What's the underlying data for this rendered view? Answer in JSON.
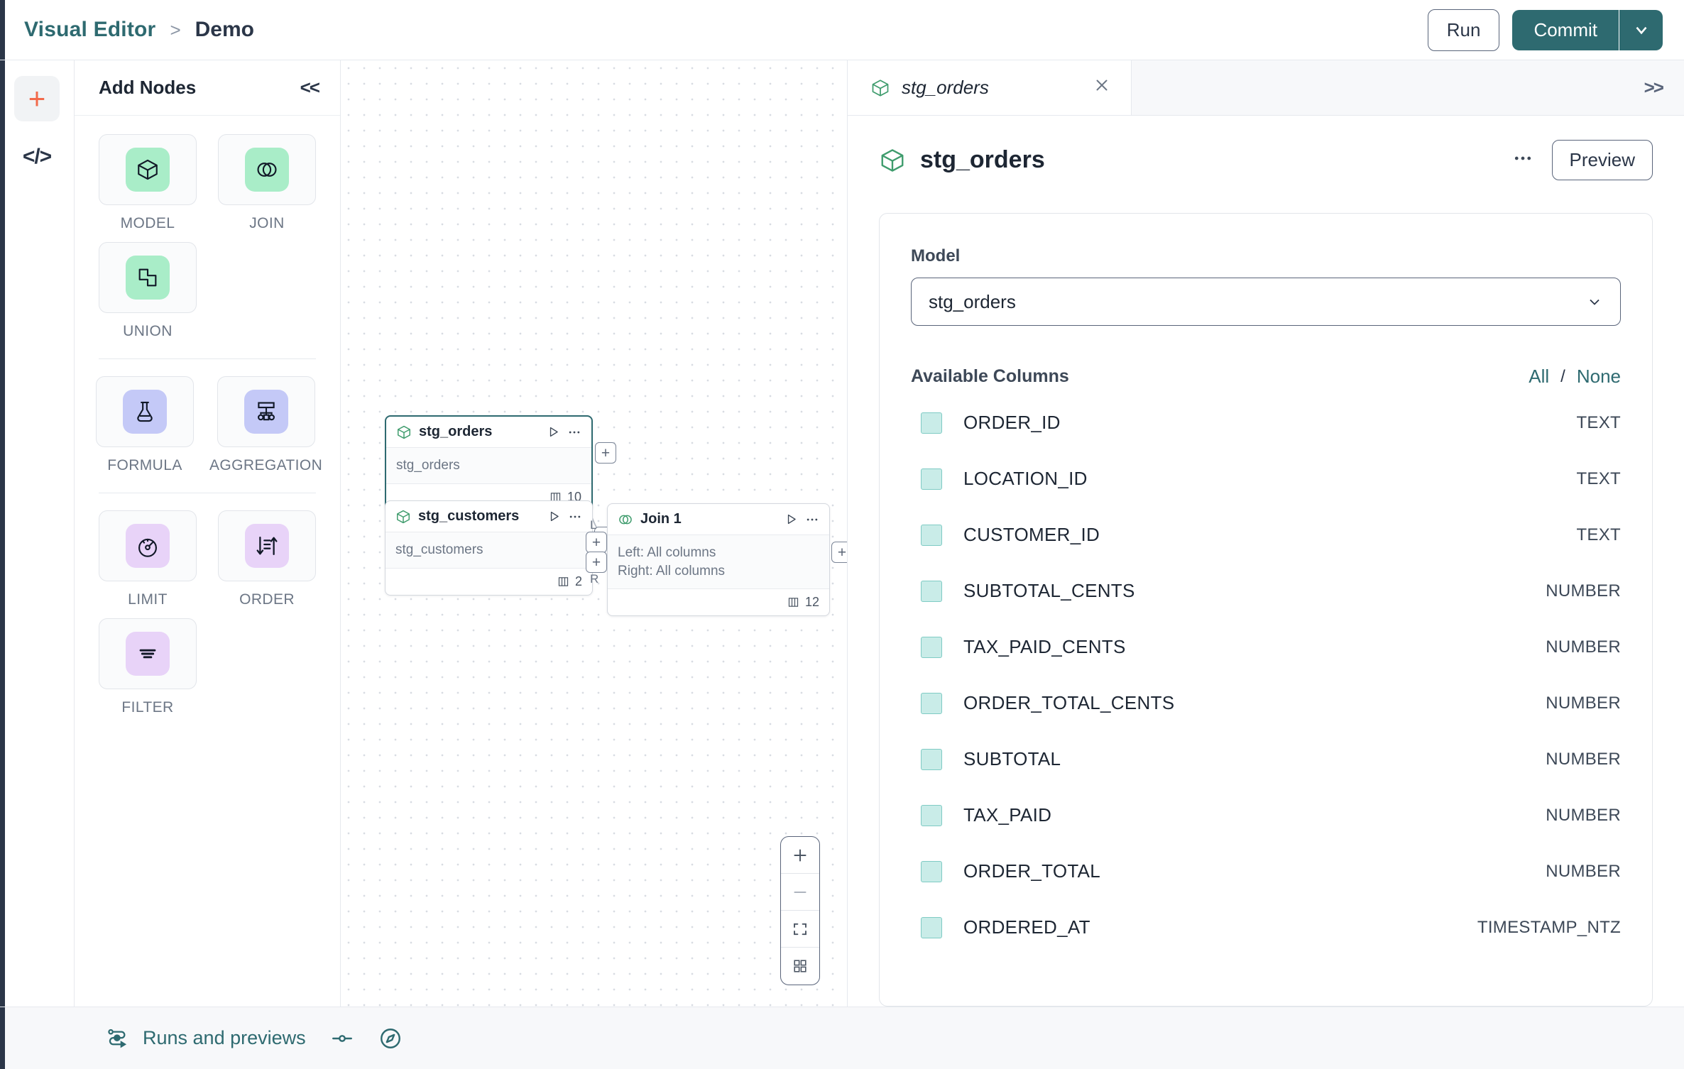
{
  "header": {
    "breadcrumb": {
      "root": "Visual Editor",
      "separator": ">",
      "current": "Demo"
    },
    "run_label": "Run",
    "commit_label": "Commit",
    "commit_caret_icon": "chevron-down-icon"
  },
  "rail": {
    "add_icon": "plus-icon",
    "code_icon": "code-brackets-icon",
    "accent": "#f26a4b"
  },
  "nodes_panel": {
    "title": "Add Nodes",
    "collapse_icon": "chevron-double-left-icon",
    "groups": [
      {
        "items": [
          {
            "label": "MODEL",
            "icon": "cube-icon",
            "color": "#a9edc8"
          },
          {
            "label": "JOIN",
            "icon": "venn-circles-icon",
            "color": "#a9edc8"
          },
          {
            "label": "UNION",
            "icon": "union-shapes-icon",
            "color": "#a9edc8"
          }
        ]
      },
      {
        "items": [
          {
            "label": "FORMULA",
            "icon": "flask-icon",
            "color": "#c4c9f7"
          },
          {
            "label": "AGGREGATION",
            "icon": "hierarchy-icon",
            "color": "#c4c9f7"
          }
        ]
      },
      {
        "items": [
          {
            "label": "LIMIT",
            "icon": "gauge-icon",
            "color": "#e8d3f8"
          },
          {
            "label": "ORDER",
            "icon": "sort-icon",
            "color": "#e8d3f8"
          },
          {
            "label": "FILTER",
            "icon": "filter-icon",
            "color": "#e8d3f8"
          }
        ]
      }
    ]
  },
  "canvas": {
    "nodes": [
      {
        "id": "stg_orders",
        "title": "stg_orders",
        "icon": "cube-icon",
        "selected": true,
        "body_lines": [
          "stg_orders"
        ],
        "column_count": "10",
        "run_icon": "play-icon",
        "menu_icon": "ellipsis-icon",
        "columns_icon": "columns-icon"
      },
      {
        "id": "stg_customers",
        "title": "stg_customers",
        "icon": "cube-icon",
        "selected": false,
        "body_lines": [
          "stg_customers"
        ],
        "column_count": "2",
        "run_icon": "play-icon",
        "menu_icon": "ellipsis-icon",
        "columns_icon": "columns-icon"
      },
      {
        "id": "join_1",
        "title": "Join 1",
        "icon": "venn-circles-icon",
        "selected": false,
        "body_lines": [
          "Left: All columns",
          "Right: All columns"
        ],
        "column_count": "12",
        "run_icon": "play-icon",
        "menu_icon": "ellipsis-icon",
        "columns_icon": "columns-icon"
      }
    ],
    "handle_label_left": "L",
    "handle_label_right": "R",
    "handle_symbol": "+",
    "zoom_controls": [
      {
        "name": "zoom-in",
        "icon": "plus-icon"
      },
      {
        "name": "zoom-out",
        "icon": "minus-icon"
      },
      {
        "name": "fit-view",
        "icon": "fit-screen-icon"
      },
      {
        "name": "toggle-interactivity",
        "icon": "grid-icon"
      }
    ]
  },
  "right_panel": {
    "tab": {
      "label": "stg_orders",
      "icon": "cube-icon",
      "close_icon": "close-icon"
    },
    "expand_icon": "chevron-double-right-icon",
    "title": "stg_orders",
    "title_icon": "cube-icon",
    "menu_icon": "ellipsis-icon",
    "preview_label": "Preview",
    "model_field_label": "Model",
    "model_value": "stg_orders",
    "model_caret_icon": "chevron-down-icon",
    "columns_heading": "Available Columns",
    "select_all_label": "All",
    "select_separator": "/",
    "select_none_label": "None",
    "columns": [
      {
        "name": "ORDER_ID",
        "type": "TEXT",
        "checked": true
      },
      {
        "name": "LOCATION_ID",
        "type": "TEXT",
        "checked": true
      },
      {
        "name": "CUSTOMER_ID",
        "type": "TEXT",
        "checked": true
      },
      {
        "name": "SUBTOTAL_CENTS",
        "type": "NUMBER",
        "checked": true
      },
      {
        "name": "TAX_PAID_CENTS",
        "type": "NUMBER",
        "checked": true
      },
      {
        "name": "ORDER_TOTAL_CENTS",
        "type": "NUMBER",
        "checked": true
      },
      {
        "name": "SUBTOTAL",
        "type": "NUMBER",
        "checked": true
      },
      {
        "name": "TAX_PAID",
        "type": "NUMBER",
        "checked": true
      },
      {
        "name": "ORDER_TOTAL",
        "type": "NUMBER",
        "checked": true
      },
      {
        "name": "ORDERED_AT",
        "type": "TIMESTAMP_NTZ",
        "checked": true
      }
    ]
  },
  "footer": {
    "runs_label": "Runs and previews",
    "runs_icon": "flow-run-icon",
    "lineage_icon": "slider-toggle-icon",
    "compass_icon": "compass-icon"
  },
  "colors": {
    "teal": "#2e6a70",
    "dark": "#2b3648",
    "orange": "#f26a4b",
    "check": "#c9ece8"
  }
}
